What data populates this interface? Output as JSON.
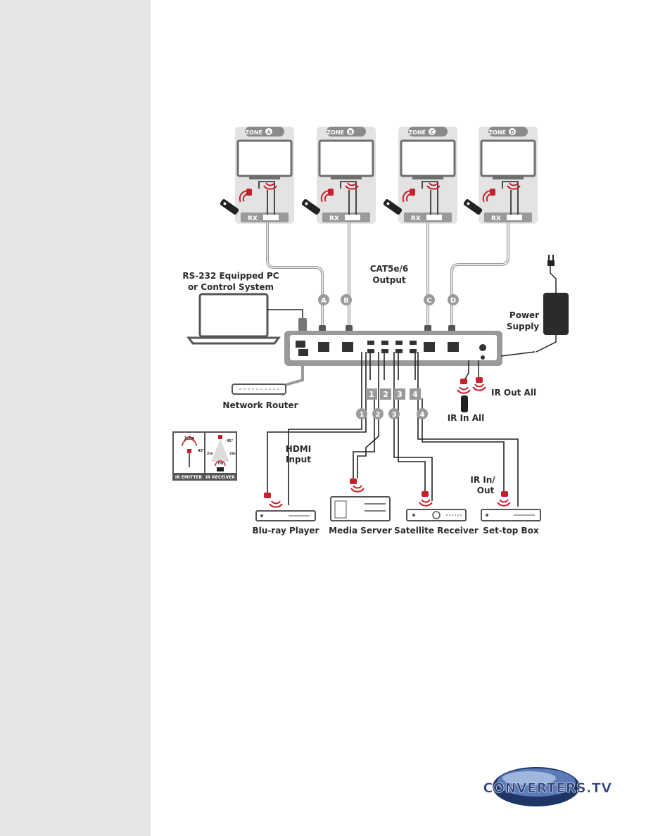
{
  "zones": [
    {
      "label": "ZONE",
      "letter": "A",
      "rx": "RX"
    },
    {
      "label": "ZONE",
      "letter": "B",
      "rx": "RX"
    },
    {
      "label": "ZONE",
      "letter": "C",
      "rx": "RX"
    },
    {
      "label": "ZONE",
      "letter": "D",
      "rx": "RX"
    }
  ],
  "cable_letters": [
    "A",
    "B",
    "C",
    "D"
  ],
  "input_numbers": [
    "1",
    "2",
    "3",
    "4"
  ],
  "labels": {
    "rs232_line1": "RS-232 Equipped PC",
    "rs232_line2": "or Control System",
    "cat_line1": "CAT5e/6",
    "cat_line2": "Output",
    "power_line1": "Power",
    "power_line2": "Supply",
    "network_router": "Network Router",
    "ir_out_all": "IR Out All",
    "ir_in_all": "IR In All",
    "hdmi_line1": "HDMI",
    "hdmi_line2": "Input",
    "irio_line1": "IR In/",
    "irio_line2": "Out"
  },
  "sources": [
    {
      "name": "Blu-ray Player"
    },
    {
      "name": "Media Server"
    },
    {
      "name": "Satellite Receiver"
    },
    {
      "name": "Set-top Box"
    }
  ],
  "ir_legend": {
    "emitter": "IR EMITTER",
    "receiver": "IR RECEIVER",
    "emitter_distance": "1.5m",
    "emitter_angle": "45°",
    "receiver_angle": "45°",
    "receiver_side_left": "2m",
    "receiver_side_right": "2m",
    "receiver_front": "7m"
  },
  "logo": {
    "text": "CONVERTERS.TV"
  },
  "colors": {
    "sidebar": "#e6e6e6",
    "ir_red": "#c8202a",
    "device_grey": "#8a8a8a",
    "text": "#2b2b2b",
    "logo_blue": "#2a3f7a"
  }
}
